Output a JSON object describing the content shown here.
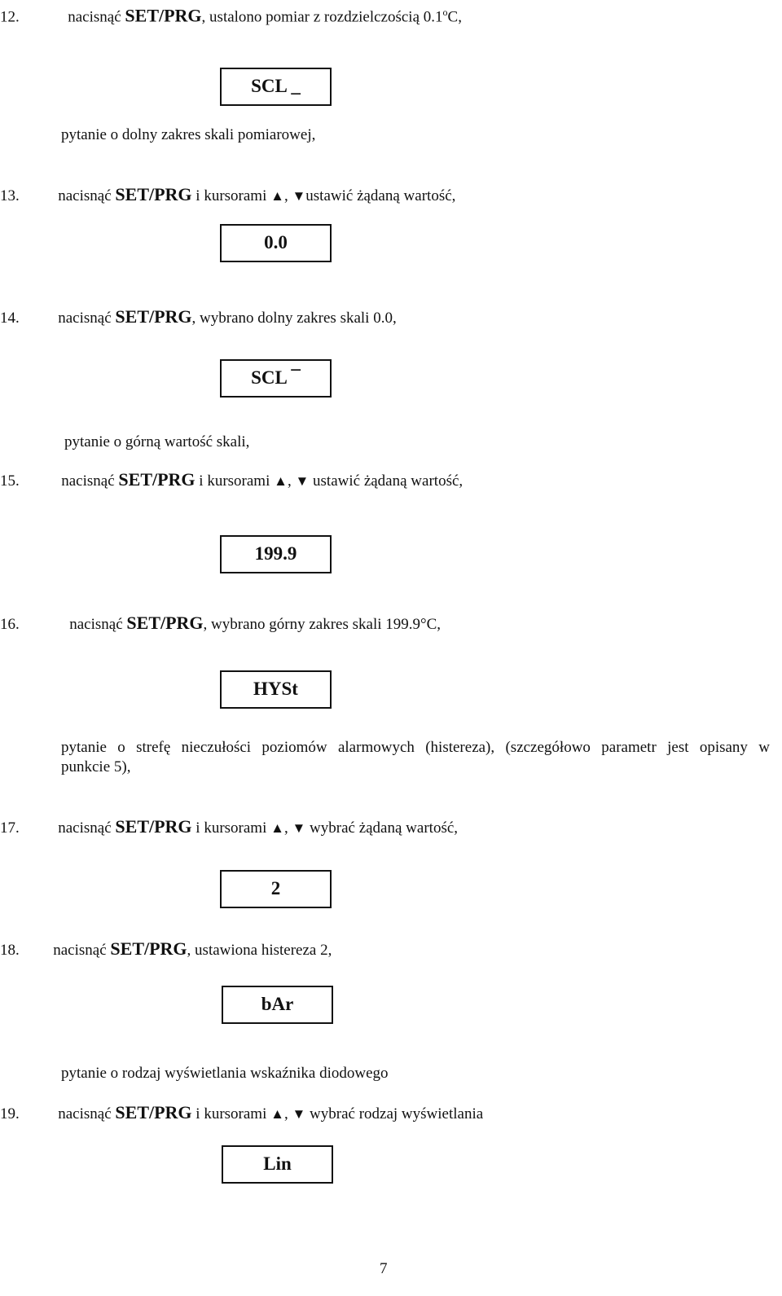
{
  "step12": {
    "num": "12.",
    "pre": "nacisnąć",
    "key": "SET/PRG",
    "post": ", ustalono pomiar z rozdzielczością 0.1",
    "sup": "o",
    "end": "C,"
  },
  "box_scl1": "SCL _",
  "desc_scl1": "pytanie o dolny zakres skali pomiarowej,",
  "step13": {
    "num": "13.",
    "pre": "nacisnąć",
    "key": "SET/PRG",
    "mid": " i kursorami ",
    "up": "▲",
    "comma": ",",
    "down": "▼",
    "post": "ustawić żądaną wartość,"
  },
  "box_val1": "0.0",
  "step14": {
    "num": "14.",
    "pre": "nacisnąć",
    "key": "SET/PRG",
    "post": ", wybrano dolny zakres skali 0.0,"
  },
  "box_scl2": "SCL ¯",
  "desc_scl2": "pytanie o górną wartość skali,",
  "step15": {
    "num": "15.",
    "pre": "nacisnąć",
    "key": "SET/PRG",
    "mid": " i kursorami ",
    "up": "▲",
    "comma": ",",
    "down": "▼",
    "post": "ustawić żądaną wartość,"
  },
  "box_val2": "199.9",
  "step16": {
    "num": "16.",
    "pre": "nacisnąć",
    "key": "SET/PRG",
    "post": ", wybrano górny zakres skali 199.9°C,"
  },
  "box_hyst": "HYSt",
  "desc_hyst": {
    "line1": "pytanie o strefę nieczułości poziomów alarmowych (histereza), (szczegółowo parametr jest opisany w",
    "line2": "punkcie 5),"
  },
  "step17": {
    "num": "17.",
    "pre": "nacisnąć",
    "key": "SET/PRG",
    "mid": " i kursorami ",
    "up": "▲",
    "comma": ",",
    "down": "▼",
    "post": "wybrać żądaną wartość,"
  },
  "box_val3": "2",
  "step18": {
    "num": "18.",
    "pre": "nacisnąć",
    "key": "SET/PRG",
    "post": ", ustawiona histereza 2,"
  },
  "box_bar": "bAr",
  "desc_bar": "pytanie o rodzaj wyświetlania wskaźnika diodowego",
  "step19": {
    "num": "19.",
    "pre": "nacisnąć",
    "key": "SET/PRG",
    "mid": " i kursorami ",
    "up": "▲",
    "comma": ",",
    "down": "▼",
    "post": "wybrać rodzaj wyświetlania"
  },
  "box_lin": "Lin",
  "page_number": "7"
}
